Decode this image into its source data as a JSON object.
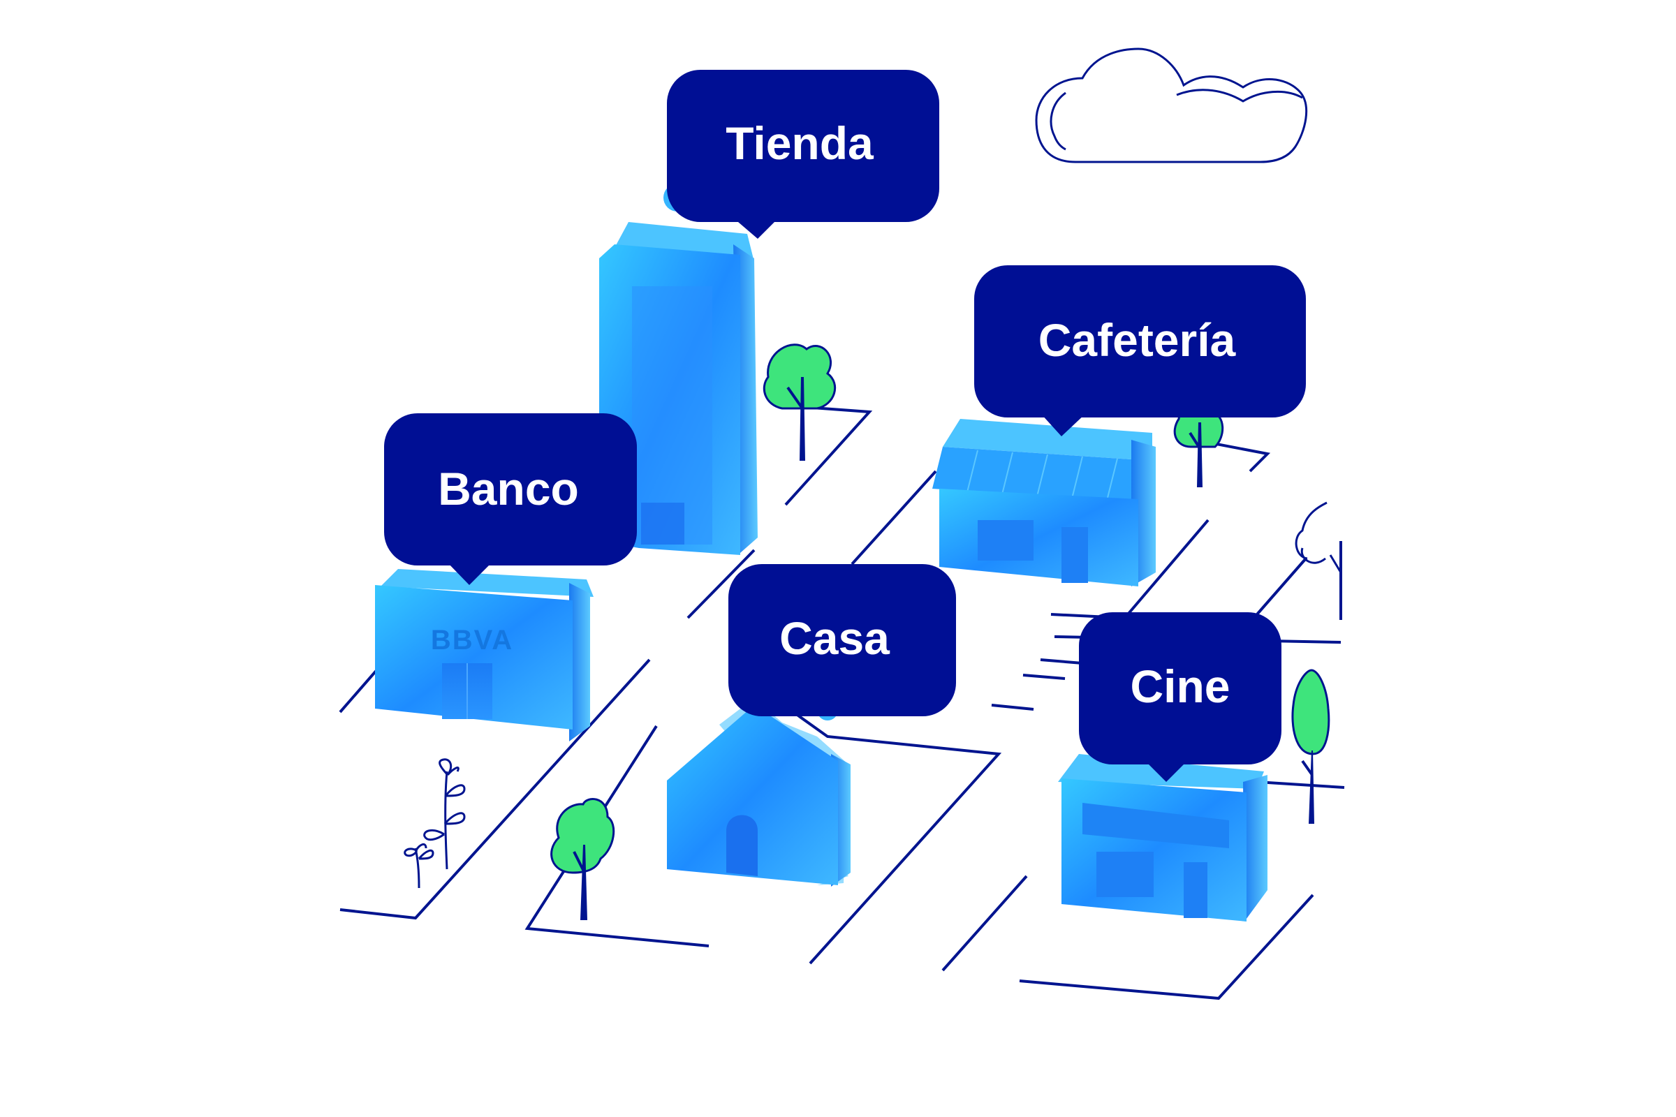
{
  "scene": {
    "title": "Illustrated city map with location labels",
    "colors": {
      "navy": "#000f94",
      "tree_green": "#3ee47c",
      "building_blue": "#1e90ff",
      "building_light": "#40d0ff",
      "background": "#ffffff"
    }
  },
  "labels": {
    "tienda": "Tienda",
    "cafeteria": "Cafetería",
    "banco": "Banco",
    "casa": "Casa",
    "cine": "Cine"
  },
  "bank_logo": "BBVA",
  "icons": [
    "cloud-icon",
    "tree-icon",
    "sprout-icon",
    "building-icon",
    "house-icon"
  ]
}
